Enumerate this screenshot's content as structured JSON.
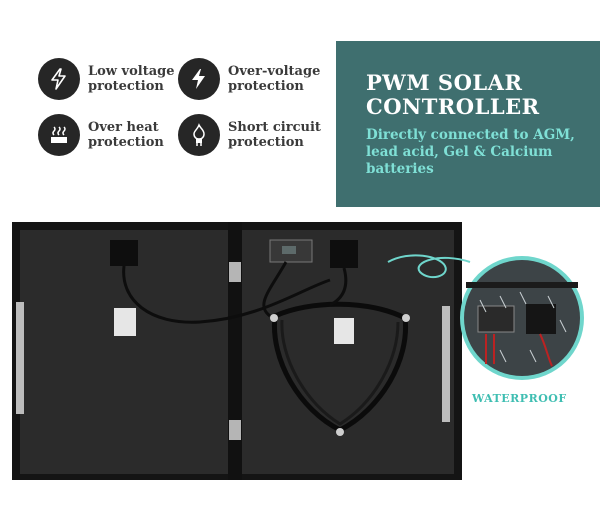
{
  "features": [
    {
      "icon": "lightning-icon",
      "line1": "Low voltage",
      "line2": "protection"
    },
    {
      "icon": "lightning-icon",
      "line1": "Over-voltage",
      "line2": "protection"
    },
    {
      "icon": "heat-icon",
      "line1": "Over heat",
      "line2": "protection"
    },
    {
      "icon": "plug-fire-icon",
      "line1": "Short circuit",
      "line2": "protection"
    }
  ],
  "controller": {
    "title_line1": "PWM SOLAR",
    "title_line2": "CONTROLLER",
    "subtitle": "Directly connected to AGM, lead acid, Gel & Calcium batteries"
  },
  "waterproof_label": "WATERPROOF",
  "colors": {
    "box_bg": "#3f6f6f",
    "box_subtitle": "#7fe0d6",
    "accent": "#3fbeb2",
    "icon_bg": "#262626"
  }
}
